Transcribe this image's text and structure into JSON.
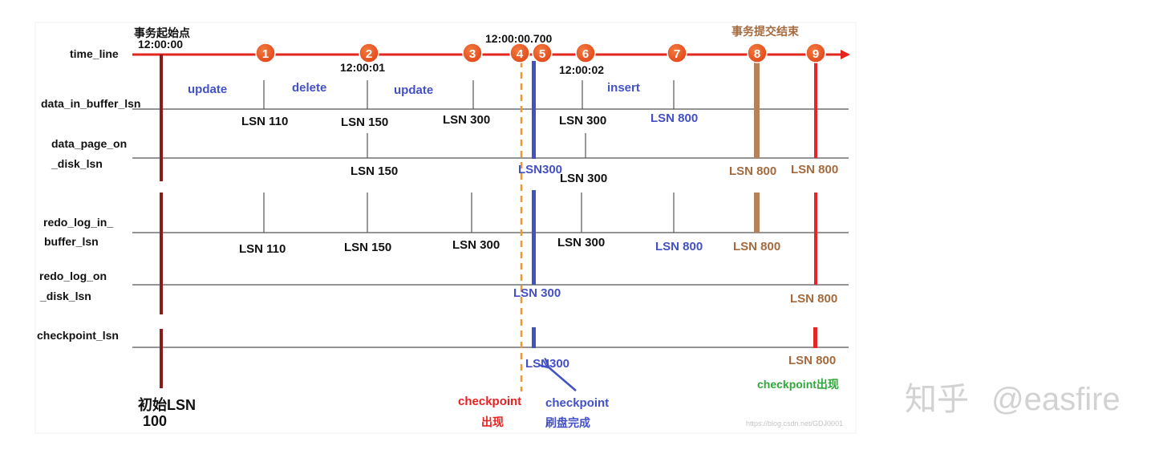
{
  "colors": {
    "timeline": "#e3261e",
    "marker": "#ea5414",
    "dark_red": "#8c1c1c",
    "blue": "#4350c6",
    "orange_dash": "#f39437",
    "brown": "#b5825e",
    "red": "#e3262a",
    "green": "#2fa83a",
    "gray_line": "#555555",
    "label_black": "#111111",
    "label_red": "#ea1f1f",
    "label_brown": "#a46a3e",
    "watermark": "#bfbfbf"
  },
  "header": {
    "start_label": "事务起始点",
    "start_time": "12:00:00",
    "end_label": "事务提交结束",
    "time_700": "12:00:00.700",
    "time_01": "12:00:01",
    "time_02": "12:00:02"
  },
  "rows": {
    "time_line": "time_line",
    "data_in_buffer_lsn": "data_in_buffer_lsn",
    "data_page_on_1": "data_page_on",
    "data_page_on_2": "_disk_lsn",
    "redo_log_in_1": "redo_log_in_",
    "redo_log_in_2": "buffer_lsn",
    "redo_log_on_1": "redo_log_on",
    "redo_log_on_2": "_disk_lsn",
    "checkpoint_lsn": "checkpoint_lsn"
  },
  "markers": [
    "1",
    "2",
    "3",
    "4",
    "5",
    "6",
    "7",
    "8",
    "9"
  ],
  "operations": {
    "update1": "update",
    "delete": "delete",
    "update2": "update",
    "insert": "insert"
  },
  "buffer_lsn": {
    "a": "LSN 110",
    "b": "LSN 150",
    "c": "LSN 300",
    "d": "LSN 300",
    "e": "LSN 800"
  },
  "disk_lsn": {
    "a": "LSN 150",
    "b": "LSN300",
    "c": "LSN 300",
    "d": "LSN 800",
    "e": "LSN 800"
  },
  "redo_buffer_lsn": {
    "a": "LSN 110",
    "b": "LSN 150",
    "c": "LSN 300",
    "d": "LSN 300",
    "e": "LSN 800",
    "f": "LSN 800"
  },
  "redo_disk_lsn": {
    "a": "LSN 300",
    "b": "LSN 800"
  },
  "checkpoint": {
    "a": "LSN300",
    "b": "LSN 800",
    "appear_green": "checkpoint出现"
  },
  "bottom": {
    "initial_1": "初始LSN",
    "initial_2": "100",
    "cp_appear_1": "checkpoint",
    "cp_appear_2": "出现",
    "cp_flush_1": "checkpoint",
    "cp_flush_2": "刷盘完成"
  },
  "watermark": "https://blog.csdn.net/GDJ0001",
  "zhihu": {
    "brand": "知乎",
    "handle": "@easfire"
  }
}
